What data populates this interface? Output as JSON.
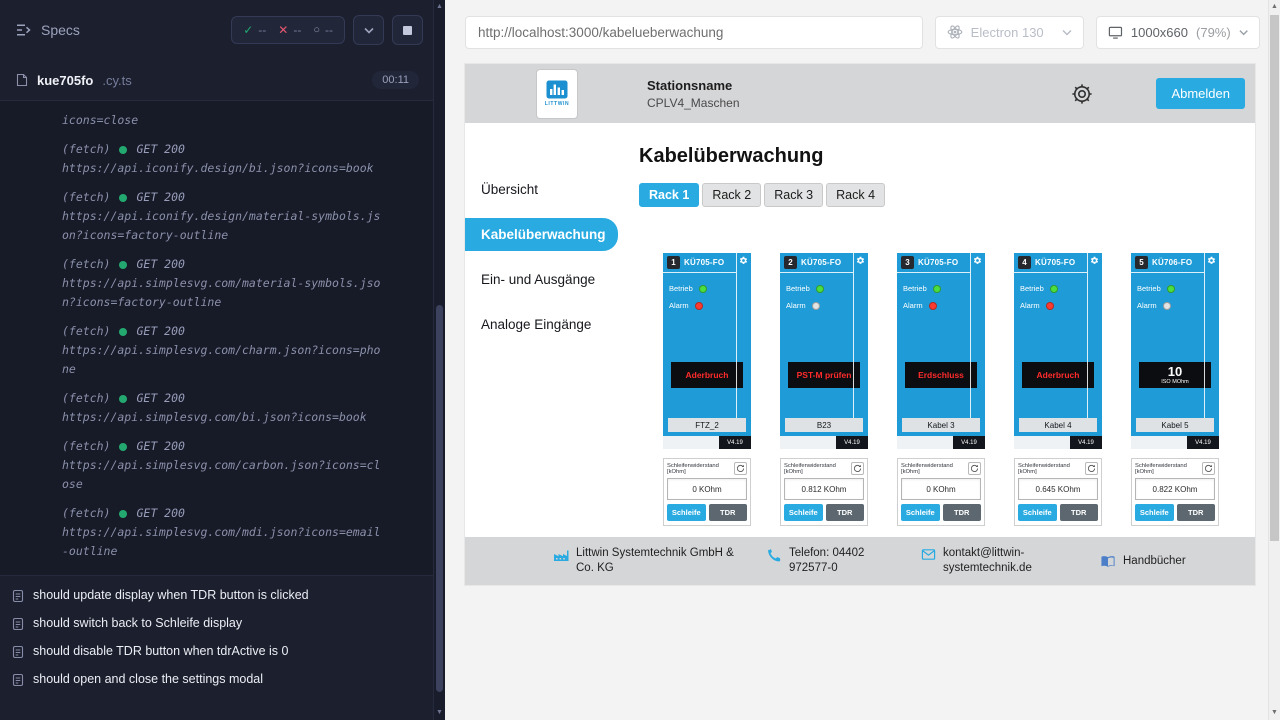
{
  "runner": {
    "specs_label": "Specs",
    "stats": {
      "passed": "--",
      "failed": "--",
      "pending": "--"
    },
    "spec_name": "kue705fo",
    "spec_ext": ".cy.ts",
    "timer": "00:11",
    "logs": [
      {
        "url": "icons=close"
      },
      {
        "prefix": "(fetch)",
        "status": "GET 200",
        "url": "https://api.iconify.design/bi.json?icons=book"
      },
      {
        "prefix": "(fetch)",
        "status": "GET 200",
        "url": "https://api.iconify.design/material-symbols.json?icons=factory-outline"
      },
      {
        "prefix": "(fetch)",
        "status": "GET 200",
        "url": "https://api.simplesvg.com/material-symbols.json?icons=factory-outline"
      },
      {
        "prefix": "(fetch)",
        "status": "GET 200",
        "url": "https://api.simplesvg.com/charm.json?icons=phone"
      },
      {
        "prefix": "(fetch)",
        "status": "GET 200",
        "url": "https://api.simplesvg.com/bi.json?icons=book"
      },
      {
        "prefix": "(fetch)",
        "status": "GET 200",
        "url": "https://api.simplesvg.com/carbon.json?icons=close"
      },
      {
        "prefix": "(fetch)",
        "status": "GET 200",
        "url": "https://api.simplesvg.com/mdi.json?icons=email-outline"
      }
    ],
    "tests": [
      "should update display when TDR button is clicked",
      "should switch back to Schleife display",
      "should disable TDR button when tdrActive is 0",
      "should open and close the settings modal"
    ]
  },
  "browser_bar": {
    "url": "http://localhost:3000/kabelueberwachung",
    "browser_name": "Electron 130",
    "viewport_size": "1000x660",
    "viewport_zoom": "(79%)"
  },
  "app": {
    "header": {
      "logo_text": "LITTWIN",
      "station_label": "Stationsname",
      "station_value": "CPLV4_Maschen",
      "logout_button": "Abmelden"
    },
    "sidebar": [
      {
        "label": "Übersicht"
      },
      {
        "label": "Kabelüberwachung",
        "active": true
      },
      {
        "label": "Ein- und Ausgänge"
      },
      {
        "label": "Analoge Eingänge"
      }
    ],
    "page_title": "Kabelüberwachung",
    "tabs": [
      {
        "label": "Rack 1",
        "active": true
      },
      {
        "label": "Rack 2"
      },
      {
        "label": "Rack 3"
      },
      {
        "label": "Rack 4"
      }
    ],
    "cards": [
      {
        "num": "1",
        "model": "KÜ705-FO",
        "betrieb_label": "Betrieb",
        "alarm_label": "Alarm",
        "alarm_on": true,
        "status_text": "Aderbruch",
        "name": "FTZ_2",
        "version": "V4.19",
        "resistance_label": "Schleifenwiderstand [kOhm]",
        "resistance_value": "0 KOhm",
        "schleife_button": "Schleife",
        "tdr_button": "TDR"
      },
      {
        "num": "2",
        "model": "KÜ705-FO",
        "betrieb_label": "Betrieb",
        "alarm_label": "Alarm",
        "status_text": "PST-M prüfen",
        "name": "B23",
        "version": "V4.19",
        "resistance_label": "Schleifenwiderstand [kOhm]",
        "resistance_value": "0.812 KOhm",
        "schleife_button": "Schleife",
        "tdr_button": "TDR"
      },
      {
        "num": "3",
        "model": "KÜ705-FO",
        "betrieb_label": "Betrieb",
        "alarm_label": "Alarm",
        "alarm_on": true,
        "status_text": "Erdschluss",
        "name": "Kabel 3",
        "version": "V4.19",
        "resistance_label": "Schleifenwiderstand [kOhm]",
        "resistance_value": "0 KOhm",
        "schleife_button": "Schleife",
        "tdr_button": "TDR"
      },
      {
        "num": "4",
        "model": "KÜ705-FO",
        "betrieb_label": "Betrieb",
        "alarm_label": "Alarm",
        "alarm_on": true,
        "status_text": "Aderbruch",
        "name": "Kabel 4",
        "version": "V4.19",
        "resistance_label": "Schleifenwiderstand [kOhm]",
        "resistance_value": "0.645 KOhm",
        "schleife_button": "Schleife",
        "tdr_button": "TDR"
      },
      {
        "num": "5",
        "model": "KÜ706-FO",
        "betrieb_label": "Betrieb",
        "alarm_label": "Alarm",
        "status_big": "10",
        "status_sub": "ISO MOhm",
        "name": "Kabel 5",
        "version": "V4.19",
        "resistance_label": "Schleifenwiderstand [kOhm]",
        "resistance_value": "0.822 KOhm",
        "schleife_button": "Schleife",
        "tdr_button": "TDR"
      }
    ],
    "footer": [
      {
        "text": "Littwin Systemtechnik GmbH & Co. KG"
      },
      {
        "text": "Telefon: 04402 972577-0"
      },
      {
        "text": "kontakt@littwin-systemtechnik.de"
      },
      {
        "text": "Handbücher"
      }
    ]
  }
}
